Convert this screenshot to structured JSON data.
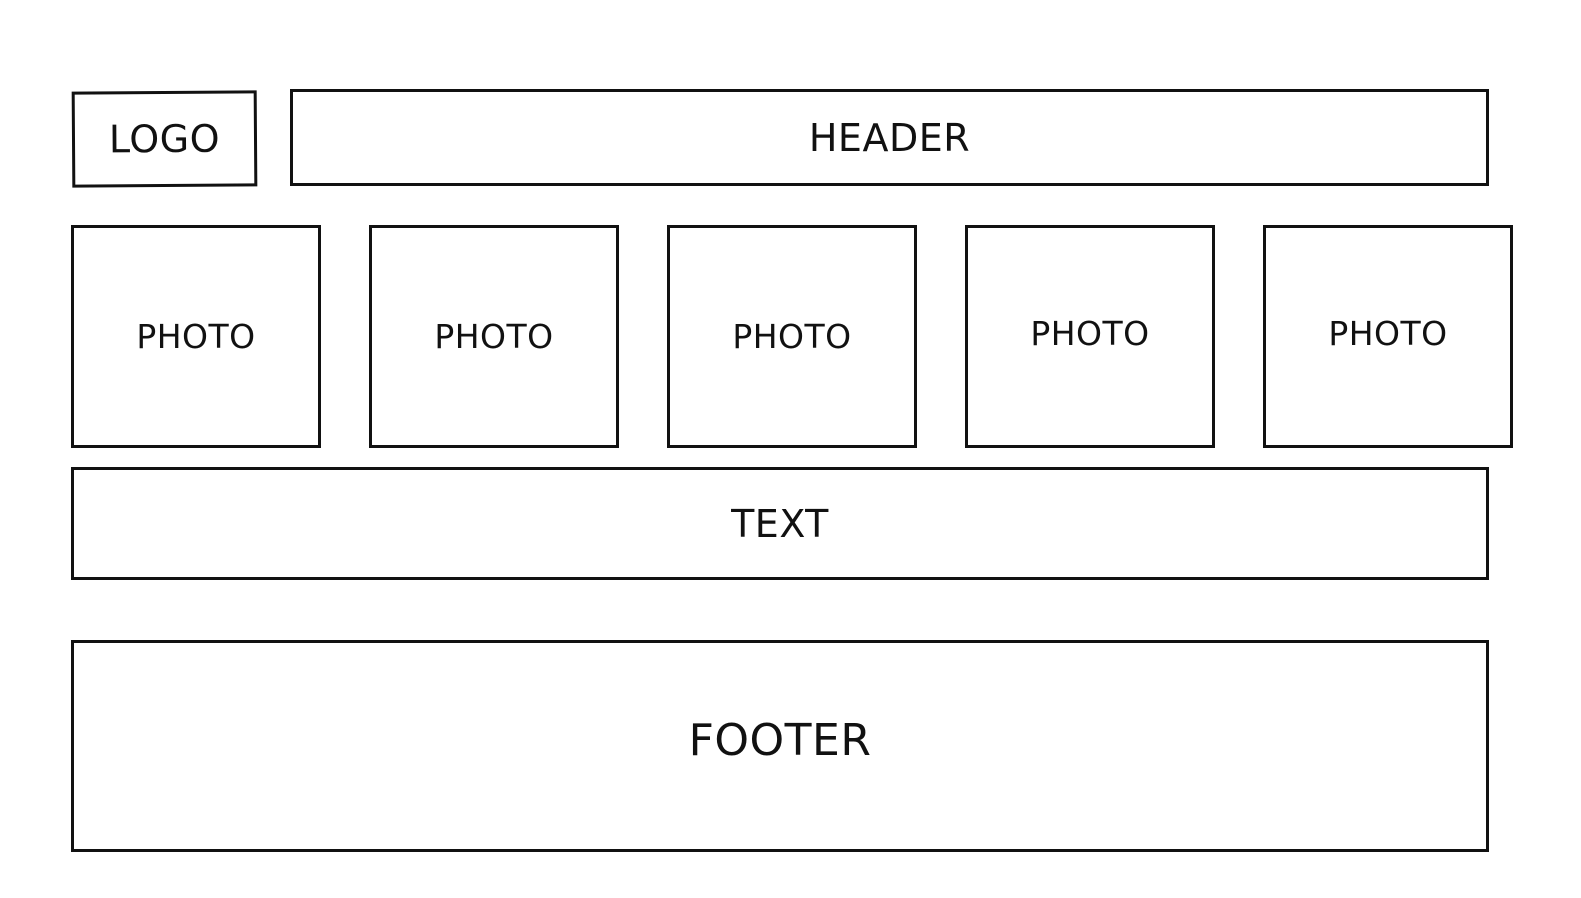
{
  "logo": {
    "label": "LOGO"
  },
  "header": {
    "label": "HEADER"
  },
  "photos": [
    {
      "label": "PHOTO"
    },
    {
      "label": "PHOTO"
    },
    {
      "label": "PHOTO"
    },
    {
      "label": "PHOTO"
    },
    {
      "label": "PHOTO"
    }
  ],
  "text_block": {
    "label": "TEXT"
  },
  "footer": {
    "label": "FOOTER"
  }
}
